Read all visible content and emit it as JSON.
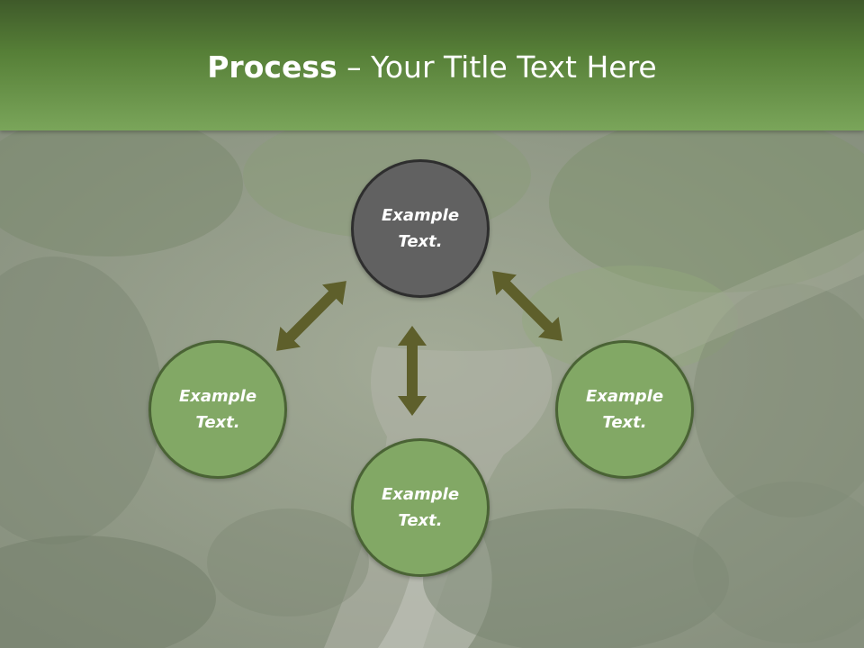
{
  "title": {
    "bold": "Process",
    "rest": " – Your Title Text Here"
  },
  "nodes": [
    {
      "id": "top",
      "line1": "Example",
      "line2": "Text.",
      "active": true
    },
    {
      "id": "left",
      "line1": "Example",
      "line2": "Text.",
      "active": false
    },
    {
      "id": "right",
      "line1": "Example",
      "line2": "Text.",
      "active": false
    },
    {
      "id": "bottom",
      "line1": "Example",
      "line2": "Text.",
      "active": false
    }
  ],
  "colors": {
    "title_bar": "#567f37",
    "node_fill": "#82a865",
    "node_border": "#4a6335",
    "active_fill": "#616161",
    "arrow": "#5e5f2b",
    "title_text": "#ffffff"
  }
}
